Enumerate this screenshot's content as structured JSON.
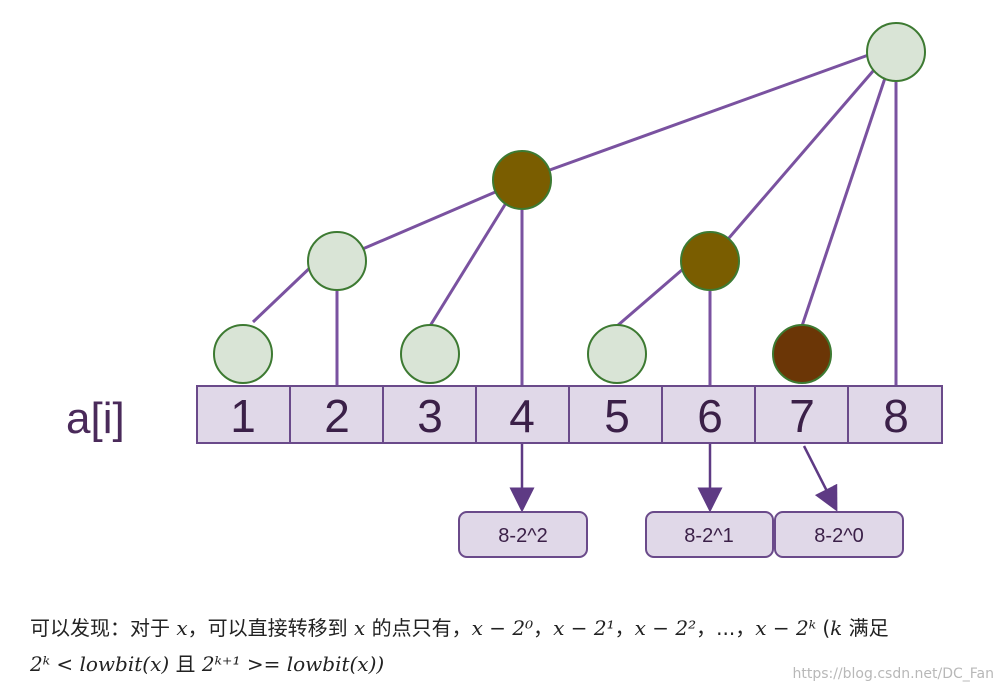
{
  "array_label": "a[i]",
  "cells": [
    "1",
    "2",
    "3",
    "4",
    "5",
    "6",
    "7",
    "8"
  ],
  "result_boxes": [
    "8-2^2",
    "8-2^1",
    "8-2^0"
  ],
  "caption": {
    "line1_prefix": "可以发现：对于",
    "var_x": "x",
    "line1_mid": "，可以直接转移到",
    "line1_mid2": "的点只有，",
    "terms": [
      "x − 2⁰",
      "x − 2¹",
      "x − 2²",
      "...",
      "x − 2ᵏ"
    ],
    "paren_open": "(",
    "var_k": "k",
    "satisfies": "满足",
    "cond1": "2ᵏ < lowbit(x)",
    "and": "且",
    "cond2": "2ᵏ⁺¹ >= lowbit(x))"
  },
  "watermark": "https://blog.csdn.net/DC_Fan",
  "colors": {
    "line": "#7a52a0",
    "node_light": "#d9e4d6",
    "node_olive": "#7a5d00",
    "node_brown": "#6b3606",
    "node_stroke": "#3d7a32",
    "cell_fill": "#e0d8e8",
    "cell_stroke": "#6a4a8a",
    "box_stroke": "#6a4a8a",
    "arrow": "#5e3a84"
  }
}
